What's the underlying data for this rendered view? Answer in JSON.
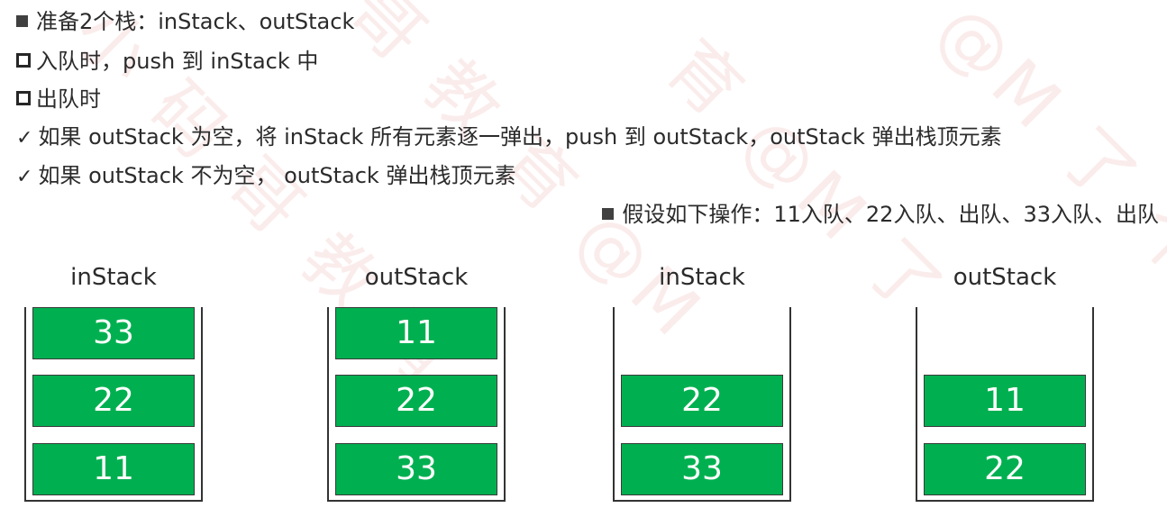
{
  "bullets": [
    {
      "marker": "filled-square",
      "text": "准备2个栈：inStack、outStack"
    },
    {
      "marker": "hollow-square",
      "text": "入队时，push 到 inStack 中"
    },
    {
      "marker": "hollow-square",
      "text": "出队时"
    },
    {
      "marker": "check",
      "text": "如果 outStack 为空，将 inStack 所有元素逐一弹出，push 到 outStack，outStack 弹出栈顶元素"
    },
    {
      "marker": "check",
      "text": "如果 outStack 不为空， outStack 弹出栈顶元素"
    }
  ],
  "assumption": "假设如下操作：11入队、22入队、出队、33入队、出队",
  "check_glyph": "✓",
  "stacks": [
    {
      "title": "inStack",
      "cells": [
        "33",
        "22",
        "11"
      ]
    },
    {
      "title": "outStack",
      "cells": [
        "11",
        "22",
        "33"
      ]
    },
    {
      "title": "inStack",
      "cells": [
        "22",
        "33"
      ]
    },
    {
      "title": "outStack",
      "cells": [
        "11",
        "22"
      ]
    }
  ],
  "colors": {
    "cell_fill": "#00b050",
    "cell_text": "#ffffff",
    "text": "#2b2b2b"
  }
}
